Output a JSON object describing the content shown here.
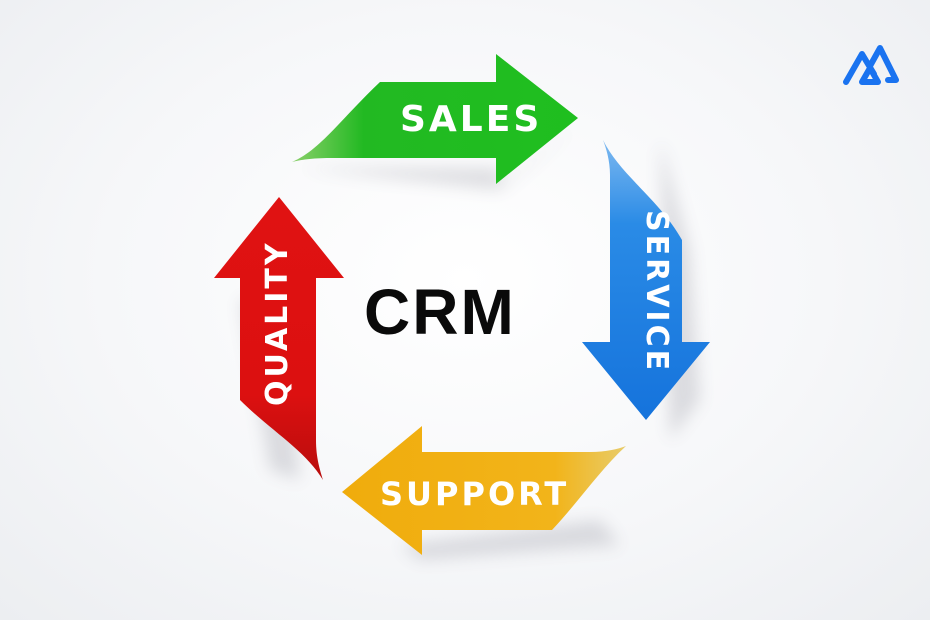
{
  "diagram": {
    "title": "CRM",
    "cycle": [
      {
        "label": "SALES",
        "direction": "right",
        "color": "#22bb22"
      },
      {
        "label": "SERVICE",
        "direction": "down",
        "color": "#1a7fe0"
      },
      {
        "label": "SUPPORT",
        "direction": "left",
        "color": "#f3b10c"
      },
      {
        "label": "QUALITY",
        "direction": "up",
        "color": "#dd0f0f"
      }
    ]
  },
  "brand": {
    "logo_icon": "mountain-logo-icon",
    "logo_color": "#1a73f0"
  }
}
